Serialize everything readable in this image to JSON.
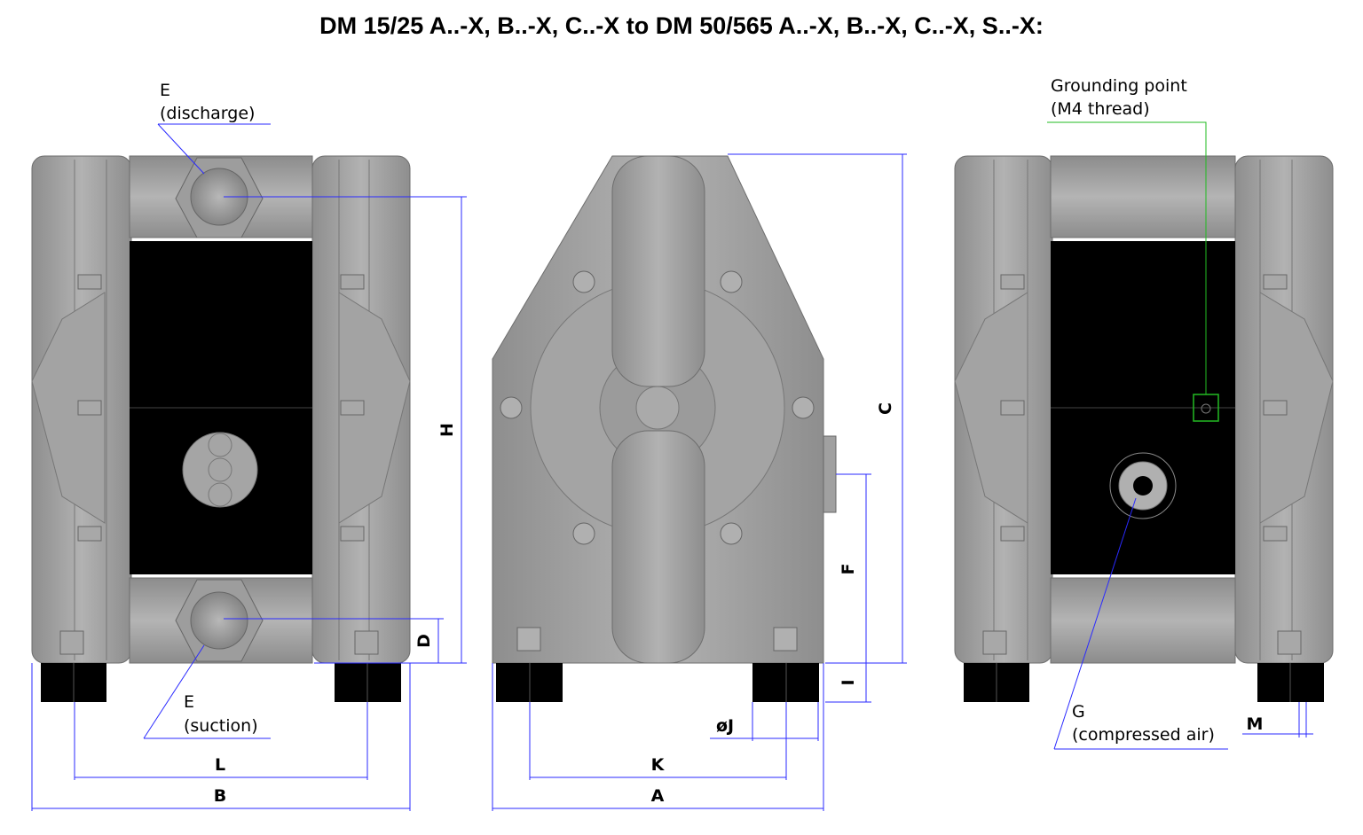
{
  "title": "DM 15/25 A..-X, B..-X, C..-X to DM 50/565 A..-X, B..-X, C..-X, S..-X:",
  "colors": {
    "body_gray": "#9a9a9a",
    "chamber_black": "#000000",
    "blue_leader": "#2a2aff",
    "green_leader": "#22bb22"
  },
  "icons": [
    "hex-port-icon",
    "bolt-icon",
    "air-inlet-icon",
    "grounding-point-icon"
  ],
  "labels": {
    "e_discharge_letter": "E",
    "e_discharge_text": "(discharge)",
    "e_suction_letter": "E",
    "e_suction_text": "(suction)",
    "grounding_line1": "Grounding point",
    "grounding_line2": "(M4 thread)",
    "g_letter": "G",
    "g_text": "(compressed air)"
  },
  "dimensions": {
    "H": "H",
    "D": "D",
    "L": "L",
    "B": "B",
    "C": "C",
    "F": "F",
    "I": "I",
    "J": "øJ",
    "K": "K",
    "A": "A",
    "M": "M"
  }
}
